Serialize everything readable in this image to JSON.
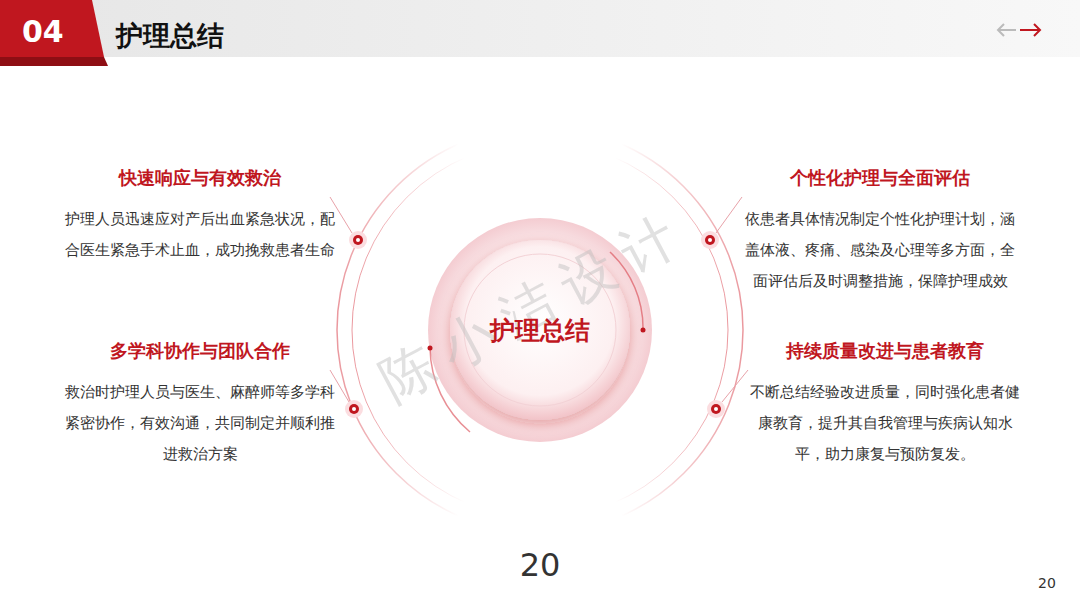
{
  "diagram": {
    "title": "护理总结",
    "nodes": [
      {
        "text": [
          "快速响应与有效救治",
          "护理人员迅速应对产后出血紧急状况，配合医生紧急手术止血，成功挽救患者生命"
        ]
      },
      {
        "text": [
          "个性化护理与全面评估",
          "依患者具体情况制定个性化护理计划，涵盖体液、疼痛、感染及心理等多方面，全面评估后及时调整措施，保障护理成效"
        ]
      },
      {
        "text": [
          "多学科协作与团队合作",
          "救治时护理人员与医生、麻醉师等多学科紧密协作，有效沟通，共同制定并顺利推进救治方案"
        ]
      },
      {
        "text": [
          "持续质量改进与患者教育",
          "不断总结经验改进质量，同时强化患者健康教育，提升其自我管理与疾病认知水平，助力康复与预防复发。"
        ]
      },
      {
        "text": [
          "护理总结"
        ]
      }
    ],
    "labels": [
      "04",
      "陈小洁设计",
      "20",
      "20"
    ]
  }
}
